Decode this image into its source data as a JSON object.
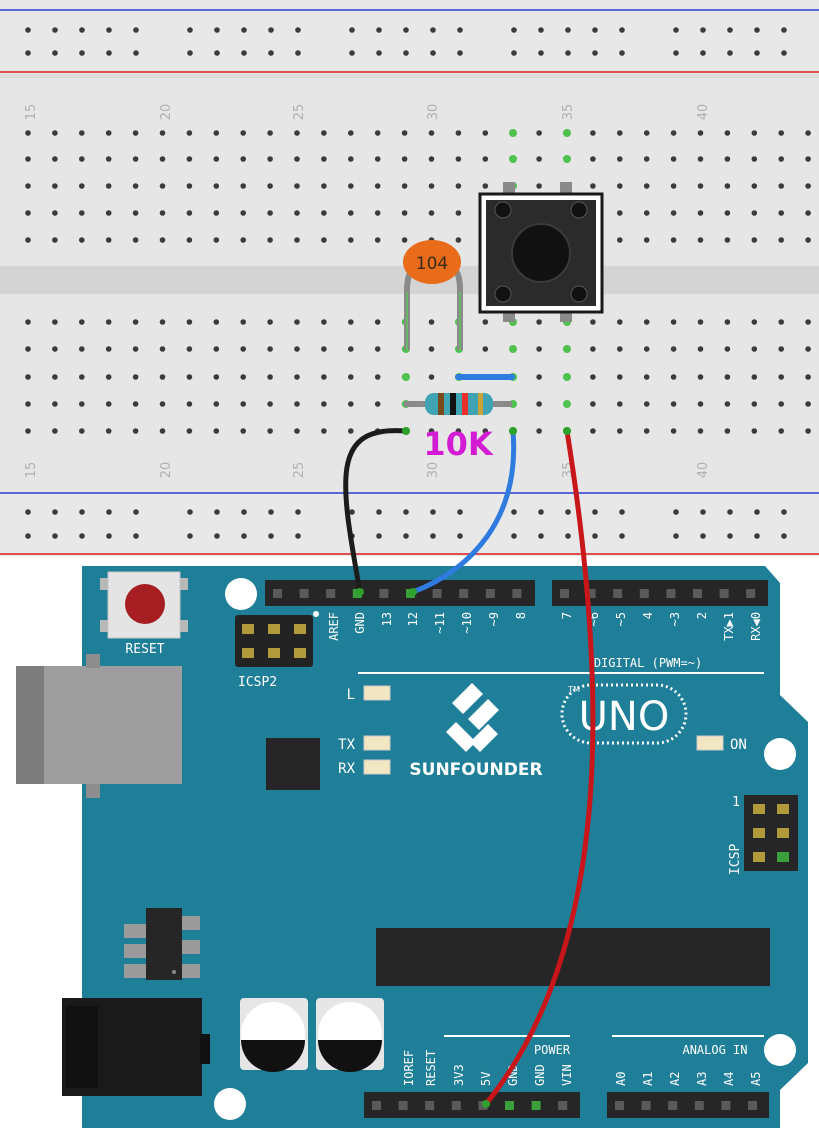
{
  "breadboard": {
    "column_numbers": [
      "15",
      "20",
      "25",
      "30",
      "35",
      "40"
    ]
  },
  "components": {
    "capacitor_code": "104",
    "resistor_value": "10K"
  },
  "board": {
    "reset_label": "RESET",
    "icsp2_label": "ICSP2",
    "icsp_label": "ICSP",
    "icsp_pin1": "1",
    "digital_label": "DIGITAL (PWM=~)",
    "header_top_pins": [
      "AREF",
      "GND",
      "13",
      "12",
      "~11",
      "~10",
      "~9",
      "8",
      "7",
      "~6",
      "~5",
      "4",
      "~3",
      "2",
      "TX▶1",
      "RX◀0"
    ],
    "led_l": "L",
    "led_tx": "TX",
    "led_rx": "RX",
    "led_on": "ON",
    "brand": "SUNFOUNDER",
    "model": "UNO",
    "tm": "TM",
    "power_label": "POWER",
    "analog_label": "ANALOG IN",
    "power_pins": [
      "IOREF",
      "RESET",
      "3V3",
      "5V",
      "GND",
      "GND",
      "VIN"
    ],
    "analog_pins": [
      "A0",
      "A1",
      "A2",
      "A3",
      "A4",
      "A5"
    ]
  },
  "colors": {
    "board": "#1f7f98",
    "breadboard": "#e6e6e6",
    "rail_blue": "#2a3ccf",
    "rail_red": "#d81e1e",
    "wire_black": "#1c1c1c",
    "wire_blue": "#2f7be0",
    "wire_red": "#c8161a",
    "capacitor": "#e86c1a",
    "resistor_label": "#d21bd2"
  }
}
